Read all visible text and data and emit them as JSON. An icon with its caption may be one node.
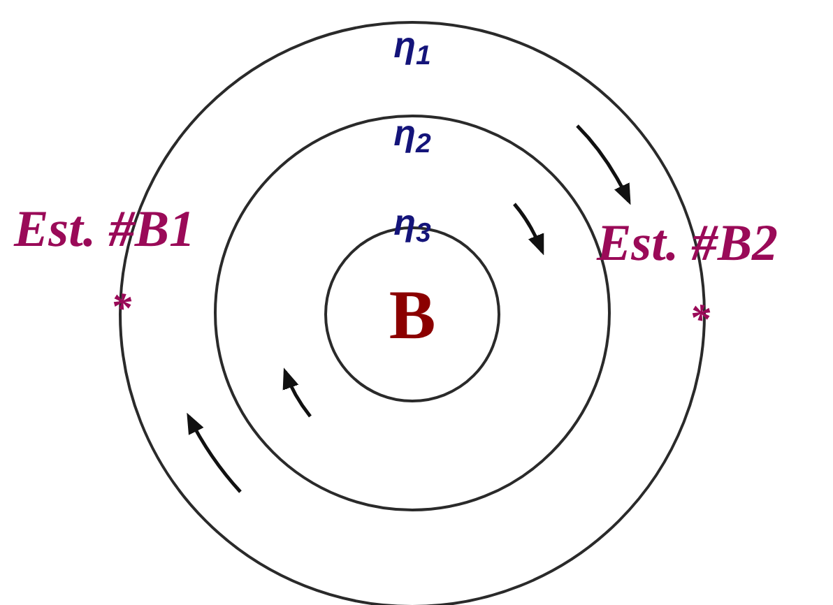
{
  "diagram": {
    "nodes": [
      {
        "text": [
          "η$_{1}$"
        ]
      },
      {
        "text": [
          "η$_{2}$"
        ],
        "in": 0
      },
      {
        "text": [
          "η$_{3}$",
          "B"
        ],
        "in": 1
      }
    ],
    "labels": [
      "Est. #B1",
      "Est. #B2",
      "*",
      "*"
    ]
  }
}
